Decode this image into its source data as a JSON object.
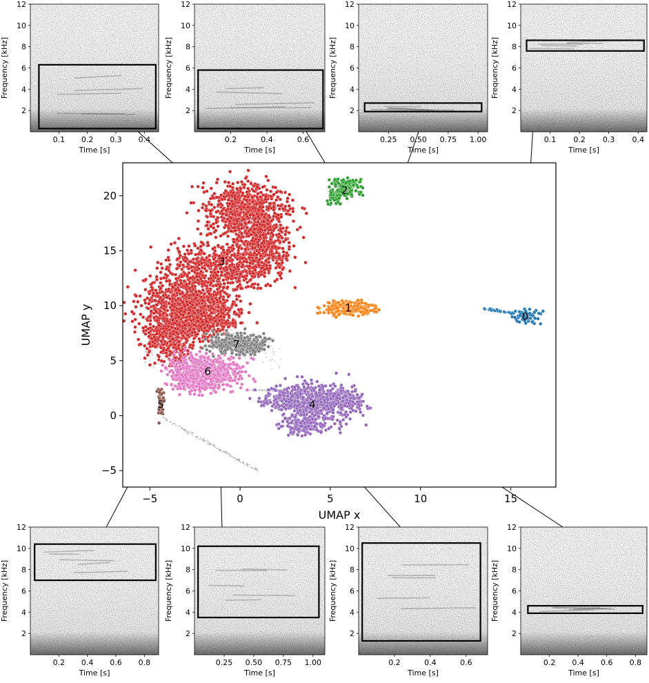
{
  "chart_data": {
    "main": {
      "type": "scatter",
      "xlabel": "UMAP x",
      "ylabel": "UMAP y",
      "xlim": [
        -6.5,
        17.5
      ],
      "ylim": [
        -6.5,
        23
      ],
      "xticks": [
        -5,
        0,
        5,
        10,
        15
      ],
      "yticks": [
        -5,
        0,
        5,
        10,
        15,
        20
      ],
      "grid": false,
      "clusters": [
        {
          "label": "0",
          "color": "#1f77b4",
          "center": [
            15.8,
            9.0
          ]
        },
        {
          "label": "1",
          "color": "#ff7f0e",
          "center": [
            6.0,
            9.8
          ]
        },
        {
          "label": "2",
          "color": "#2ca02c",
          "center": [
            5.8,
            20.5
          ]
        },
        {
          "label": "3",
          "color": "#d62728",
          "center": [
            -1.0,
            14.0
          ]
        },
        {
          "label": "4",
          "color": "#9467bd",
          "center": [
            4.0,
            1.0
          ]
        },
        {
          "label": "5",
          "color": "#8c564b",
          "center": [
            -4.4,
            1.0
          ]
        },
        {
          "label": "6",
          "color": "#e377c2",
          "center": [
            -1.8,
            4.0
          ]
        },
        {
          "label": "7",
          "color": "#7f7f7f",
          "center": [
            -0.2,
            6.5
          ]
        }
      ]
    },
    "spectrograms": [
      {
        "cluster": "3",
        "xlabel": "Time [s]",
        "ylabel": "Frequency [kHz]",
        "xlim": [
          0,
          0.45
        ],
        "xticks": [
          0.1,
          0.2,
          0.3,
          0.4
        ],
        "ylim": [
          0,
          12
        ],
        "yticks": [
          2,
          4,
          6,
          8,
          10,
          12
        ],
        "box": {
          "t": [
            0.03,
            0.44
          ],
          "f": [
            0.3,
            6.3
          ]
        }
      },
      {
        "cluster": "2",
        "xlabel": "Time [s]",
        "ylabel": "Frequency [kHz]",
        "xlim": [
          0,
          0.72
        ],
        "xticks": [
          0.2,
          0.4,
          0.6
        ],
        "ylim": [
          0,
          12
        ],
        "yticks": [
          2,
          4,
          6,
          8,
          10,
          12
        ],
        "box": {
          "t": [
            0.02,
            0.71
          ],
          "f": [
            0.3,
            5.8
          ]
        }
      },
      {
        "cluster": "1",
        "xlabel": "Time [s]",
        "ylabel": "Frequency [kHz]",
        "xlim": [
          0,
          1.08
        ],
        "xticks": [
          0.25,
          0.5,
          0.75,
          1.0
        ],
        "xticklabels": [
          "0.25",
          "0.50",
          "0.75",
          "1.00"
        ],
        "ylim": [
          0,
          12
        ],
        "yticks": [
          2,
          4,
          6,
          8,
          10,
          12
        ],
        "box": {
          "t": [
            0.05,
            1.03
          ],
          "f": [
            1.9,
            2.7
          ]
        }
      },
      {
        "cluster": "0",
        "xlabel": "Time [s]",
        "ylabel": "Frequency [kHz]",
        "xlim": [
          0,
          0.43
        ],
        "xticks": [
          0.1,
          0.2,
          0.3,
          0.4
        ],
        "ylim": [
          0,
          12
        ],
        "yticks": [
          2,
          4,
          6,
          8,
          10,
          12
        ],
        "box": {
          "t": [
            0.02,
            0.42
          ],
          "f": [
            7.6,
            8.6
          ]
        }
      },
      {
        "cluster": "5",
        "xlabel": "Time [s]",
        "ylabel": "Frequency [kHz]",
        "xlim": [
          0,
          0.9
        ],
        "xticks": [
          0.2,
          0.4,
          0.6,
          0.8
        ],
        "ylim": [
          0,
          12
        ],
        "yticks": [
          2,
          4,
          6,
          8,
          10,
          12
        ],
        "box": {
          "t": [
            0.03,
            0.88
          ],
          "f": [
            7.0,
            10.4
          ]
        }
      },
      {
        "cluster": "6",
        "xlabel": "Time [s]",
        "ylabel": "Frequency [kHz]",
        "xlim": [
          0,
          1.1
        ],
        "xticks": [
          0.25,
          0.5,
          0.75,
          1.0
        ],
        "xticklabels": [
          "0.25",
          "0.50",
          "0.75",
          "1.00"
        ],
        "ylim": [
          0,
          12
        ],
        "yticks": [
          2,
          4,
          6,
          8,
          10,
          12
        ],
        "box": {
          "t": [
            0.03,
            1.05
          ],
          "f": [
            3.5,
            10.2
          ]
        }
      },
      {
        "cluster": "7",
        "xlabel": "Time [s]",
        "ylabel": "Frequency [kHz]",
        "xlim": [
          0,
          0.72
        ],
        "xticks": [
          0.2,
          0.4,
          0.6
        ],
        "ylim": [
          0,
          12
        ],
        "yticks": [
          2,
          4,
          6,
          8,
          10,
          12
        ],
        "box": {
          "t": [
            0.02,
            0.68
          ],
          "f": [
            1.3,
            10.5
          ]
        }
      },
      {
        "cluster": "4",
        "xlabel": "Time [s]",
        "ylabel": "Frequency [kHz]",
        "xlim": [
          0,
          0.88
        ],
        "xticks": [
          0.2,
          0.4,
          0.6,
          0.8
        ],
        "ylim": [
          0,
          12
        ],
        "yticks": [
          2,
          4,
          6,
          8,
          10,
          12
        ],
        "box": {
          "t": [
            0.05,
            0.85
          ],
          "f": [
            3.9,
            4.6
          ]
        }
      }
    ]
  }
}
